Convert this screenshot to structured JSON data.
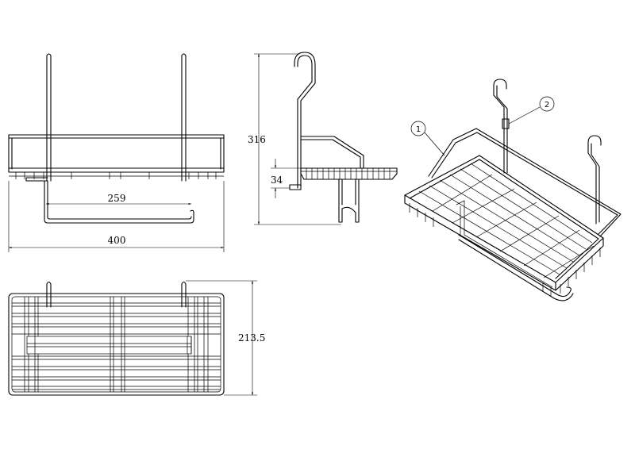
{
  "dimensions": {
    "width": "400",
    "height": "316",
    "bar_span": "259",
    "shelf_height": "34",
    "depth": "213.5"
  },
  "callouts": {
    "one": "1",
    "two": "2"
  }
}
